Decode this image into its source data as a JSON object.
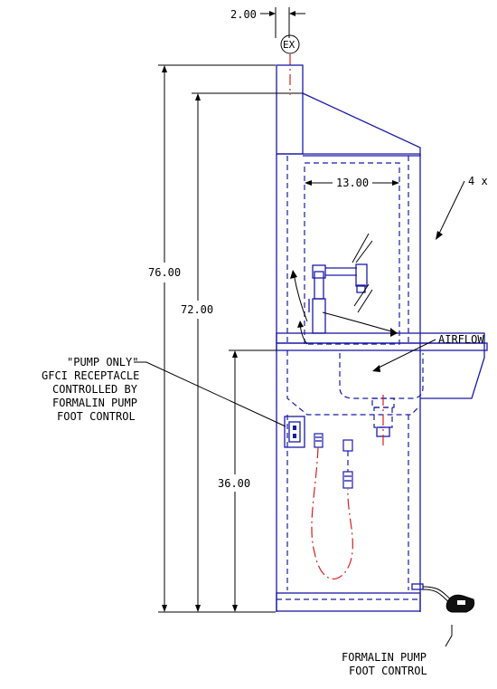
{
  "dimensions": {
    "top_offset": "2.00",
    "overall_height": "76.00",
    "hood_height": "72.00",
    "inner_width": "13.00",
    "counter_height": "36.00"
  },
  "labels": {
    "exhaust_tag": "EX",
    "side_note": "4 x",
    "airflow": "AIRFLOW",
    "receptacle_note_line1": "\"PUMP ONLY\"",
    "receptacle_note_line2": "GFCI RECEPTACLE",
    "receptacle_note_line3": "CONTROLLED BY",
    "receptacle_note_line4": "FORMALIN PUMP",
    "receptacle_note_line5": "FOOT CONTROL",
    "foot_control_line1": "FORMALIN PUMP",
    "foot_control_line2": "FOOT CONTROL"
  },
  "colors": {
    "structure": "#1a1aa8",
    "centerline": "#d42020",
    "dimension": "#000000"
  }
}
